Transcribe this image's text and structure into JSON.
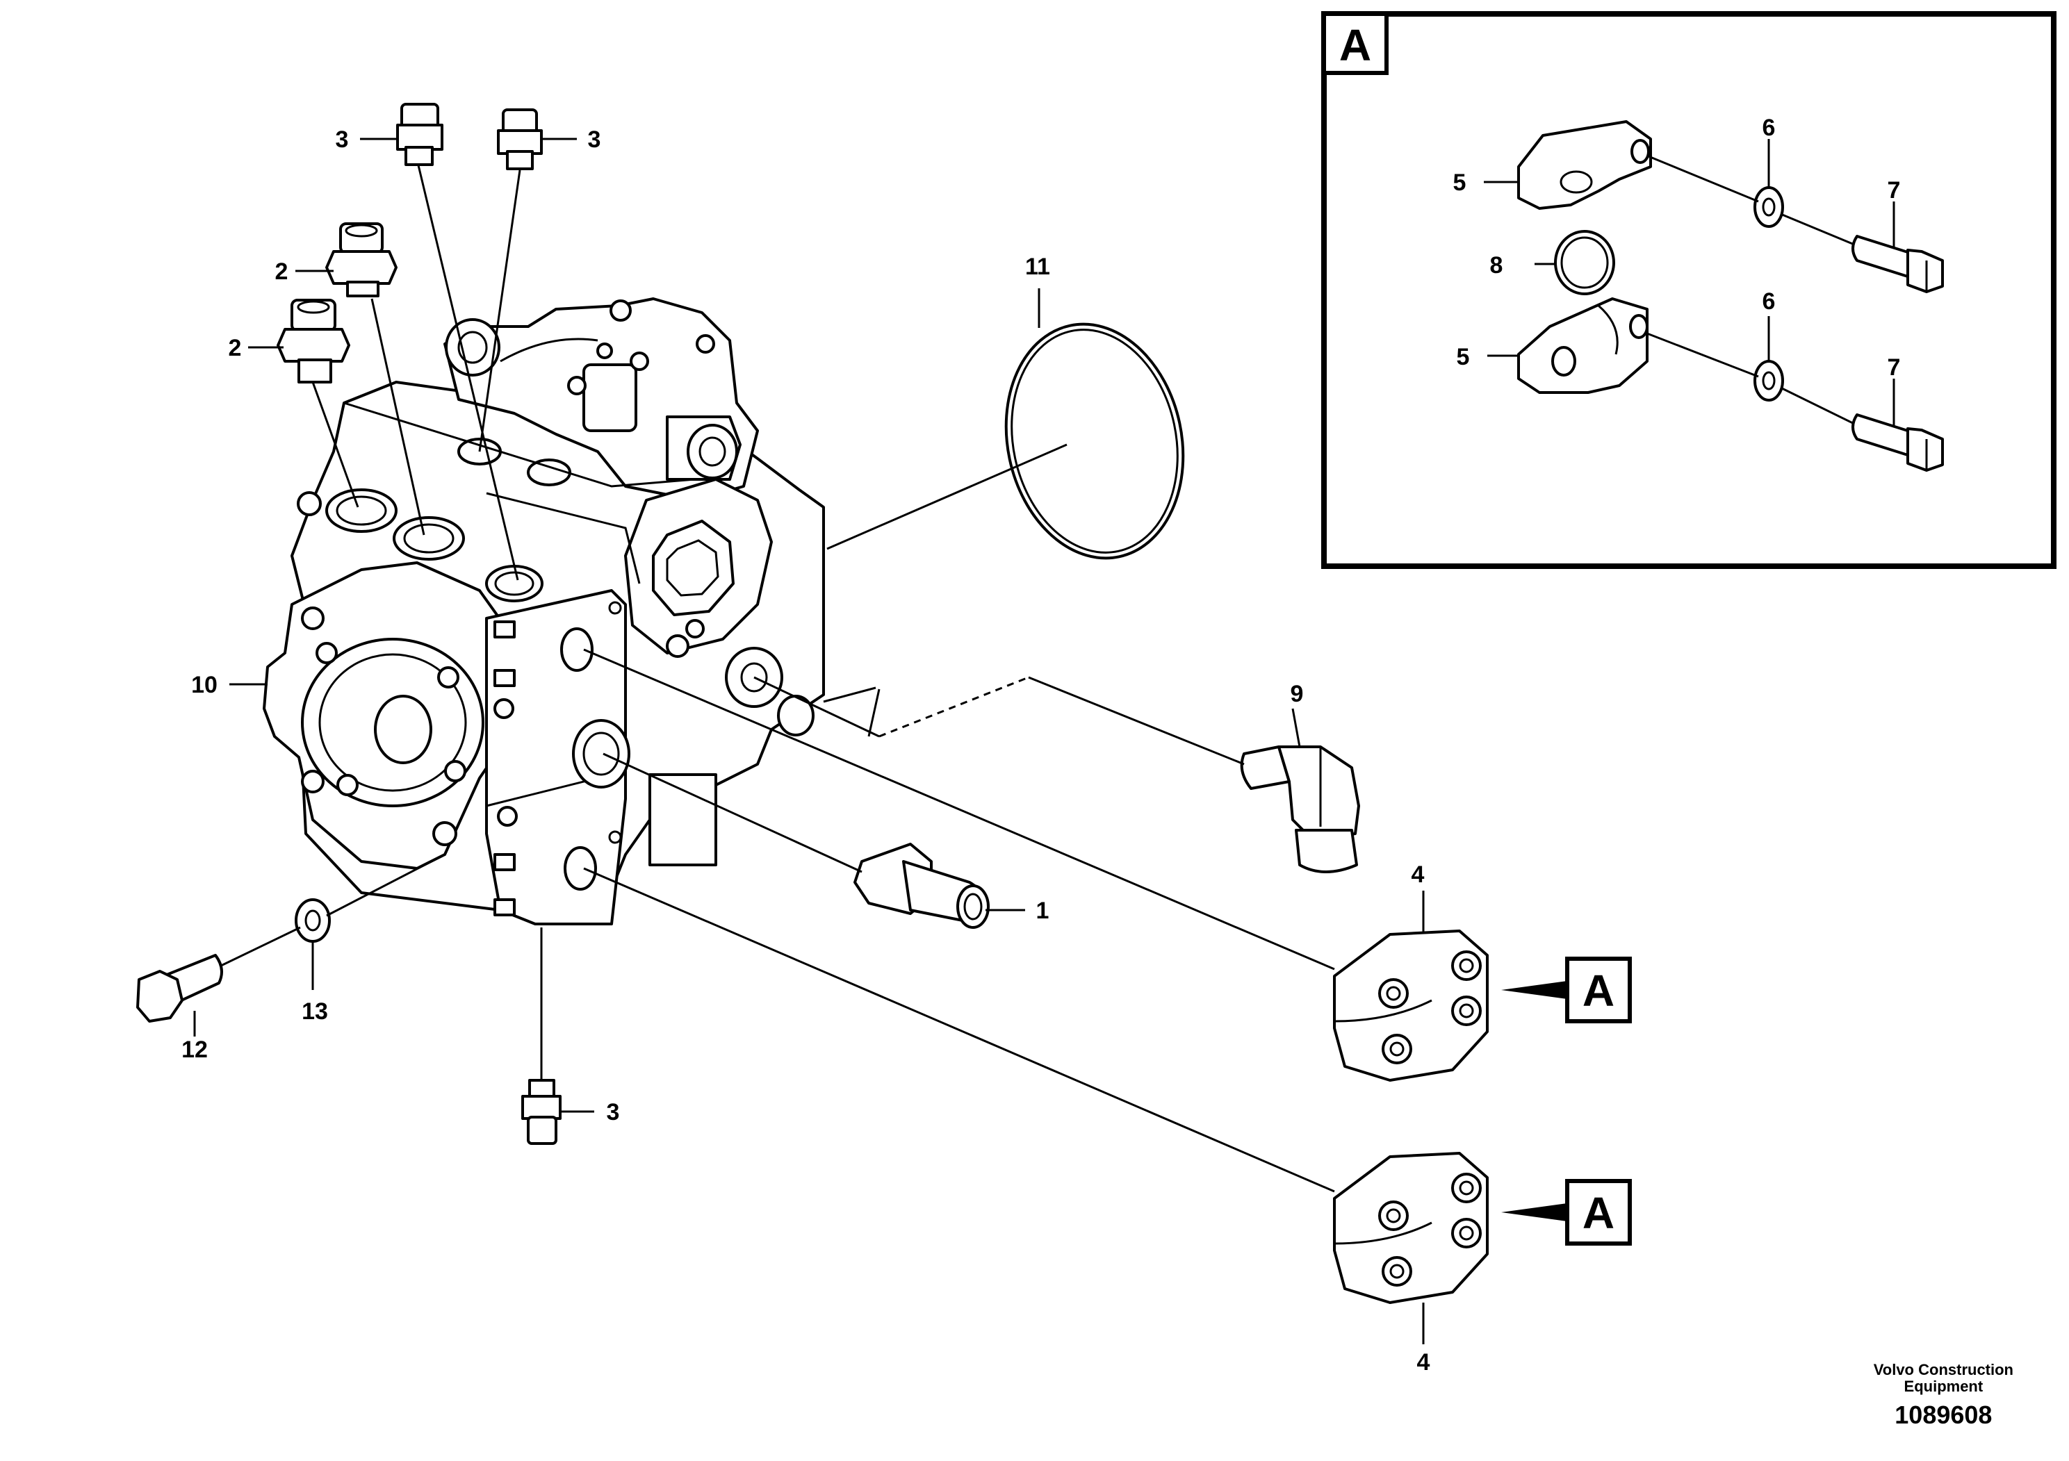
{
  "callouts": {
    "c1": "1",
    "c2a": "2",
    "c2b": "2",
    "c3a": "3",
    "c3b": "3",
    "c3c": "3",
    "c4a": "4",
    "c4b": "4",
    "c5a": "5",
    "c5b": "5",
    "c6a": "6",
    "c6b": "6",
    "c7a": "7",
    "c7b": "7",
    "c8": "8",
    "c9": "9",
    "c10": "10",
    "c11": "11",
    "c12": "12",
    "c13": "13"
  },
  "detail_ref": {
    "inset_label": "A",
    "ref_upper": "A",
    "ref_lower": "A"
  },
  "credit": {
    "line1": "Volvo Construction",
    "line2": "Equipment",
    "number": "1089608"
  }
}
